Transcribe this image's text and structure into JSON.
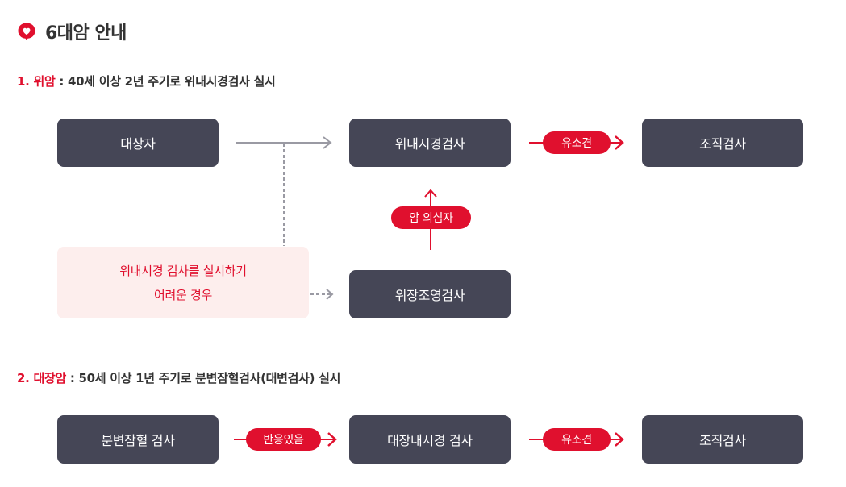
{
  "title": "6대암 안내",
  "colors": {
    "accent": "#e0102e",
    "box": "#454656",
    "note_bg": "#fdeeed",
    "connector_gray": "#9a9aa3"
  },
  "icons": {
    "title": "speech-heart-icon"
  },
  "sections": [
    {
      "number_name": "1. 위암",
      "description": " : 40세 이상 2년 주기로 위내시경검사 실시",
      "boxes": [
        "대상자",
        "위내시경검사",
        "조직검사",
        "위장조영검사"
      ],
      "note": [
        "위내시경 검사를 실시하기",
        "어려운 경우"
      ],
      "pills": [
        "유소견",
        "암 의심자"
      ]
    },
    {
      "number_name": "2. 대장암",
      "description": " : 50세 이상 1년 주기로 분변잠혈검사(대변검사) 실시",
      "boxes": [
        "분변잠혈 검사",
        "대장내시경 검사",
        "조직검사"
      ],
      "pills": [
        "반응있음",
        "유소견"
      ]
    }
  ]
}
